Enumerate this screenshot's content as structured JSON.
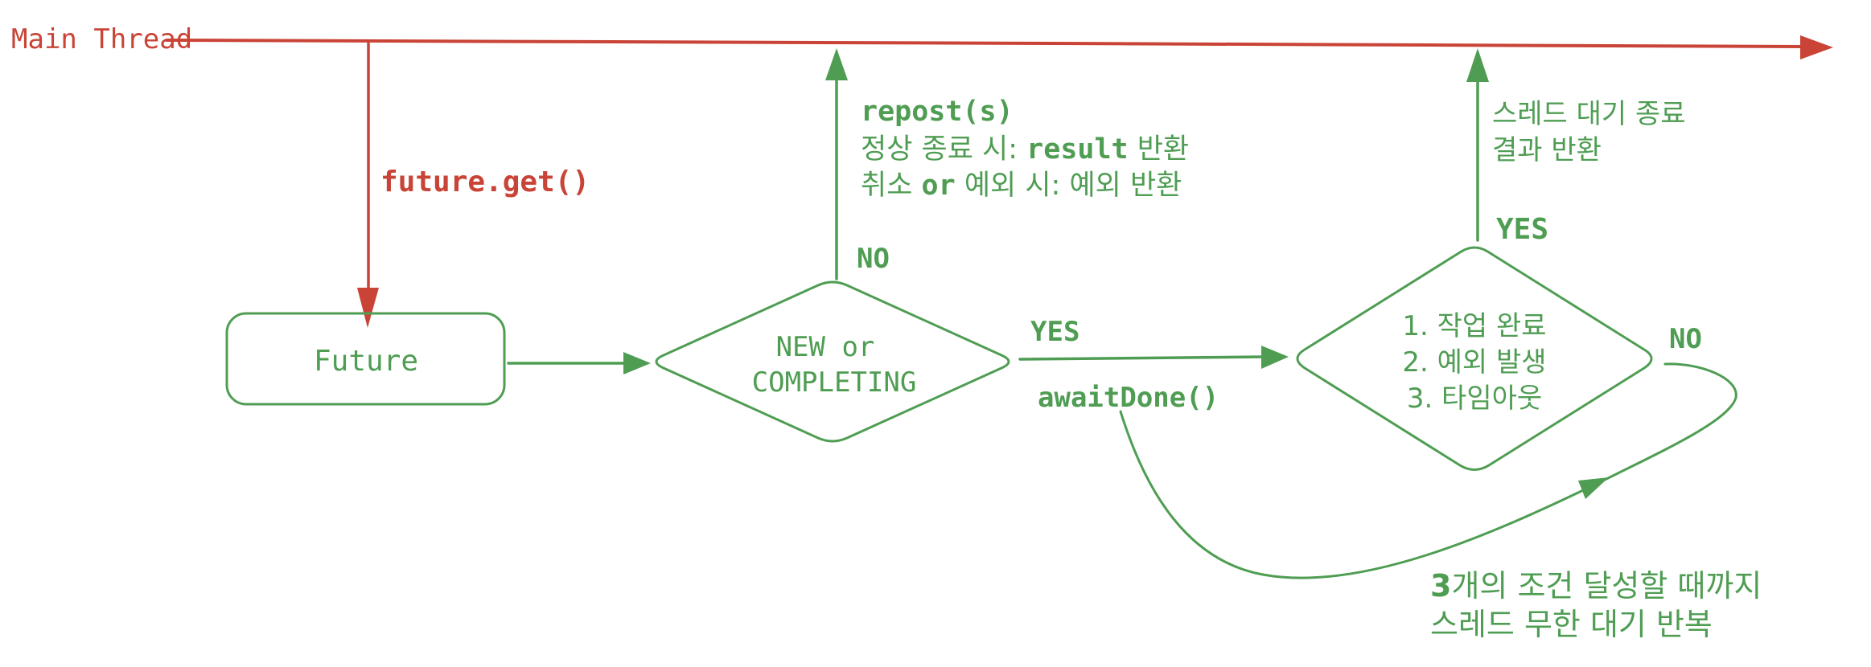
{
  "colors": {
    "red": "#c94437",
    "green": "#4f9d53"
  },
  "timeline": {
    "label": "Main Thread"
  },
  "future_call": {
    "label": "future.get()"
  },
  "future_box": {
    "label": "Future"
  },
  "state_decision": {
    "line1": "NEW or",
    "line2": "COMPLETING",
    "no_label": "NO",
    "yes_label": "YES"
  },
  "repost_note": {
    "title": "repost(s)",
    "normal_prefix": "정상 종료 시: ",
    "normal_code": "result",
    "normal_suffix": " 반환",
    "cancel_prefix": "취소 ",
    "cancel_code": "or",
    "cancel_suffix": " 예외 시: 예외 반환"
  },
  "await_call": {
    "label": "awaitDone()"
  },
  "wait_decision": {
    "item1": "1. 작업 완료",
    "item2": "2. 예외 발생",
    "item3": "3. 타임아웃",
    "yes_label": "YES",
    "no_label": "NO"
  },
  "return_note": {
    "line1": "스레드 대기 종료",
    "line2": "결과 반환"
  },
  "loop_note": {
    "line1_bold": "3",
    "line1_rest": "개의 조건 달성할 때까지",
    "line2": "스레드 무한 대기 반복"
  }
}
